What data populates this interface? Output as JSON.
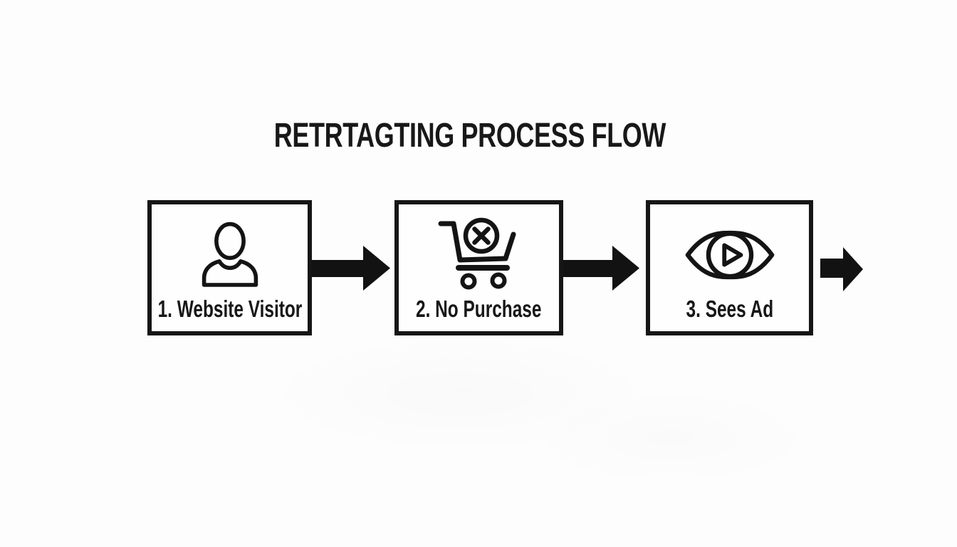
{
  "page": {
    "background_color": "#fdfdfd",
    "ink_color": "#161616"
  },
  "title": "RETRTAGTING PROCESS FLOW",
  "flow": {
    "direction": "left-to-right",
    "steps": [
      {
        "label": "1. Website Visitor",
        "icon": "person-icon"
      },
      {
        "label": "2. No Purchase",
        "icon": "cart-cancel-icon"
      },
      {
        "label": "3. Sees Ad",
        "icon": "eye-play-icon"
      }
    ],
    "arrows": [
      {
        "name": "arrow-step1-to-step2"
      },
      {
        "name": "arrow-step2-to-step3"
      },
      {
        "name": "arrow-step3-onward"
      }
    ]
  }
}
